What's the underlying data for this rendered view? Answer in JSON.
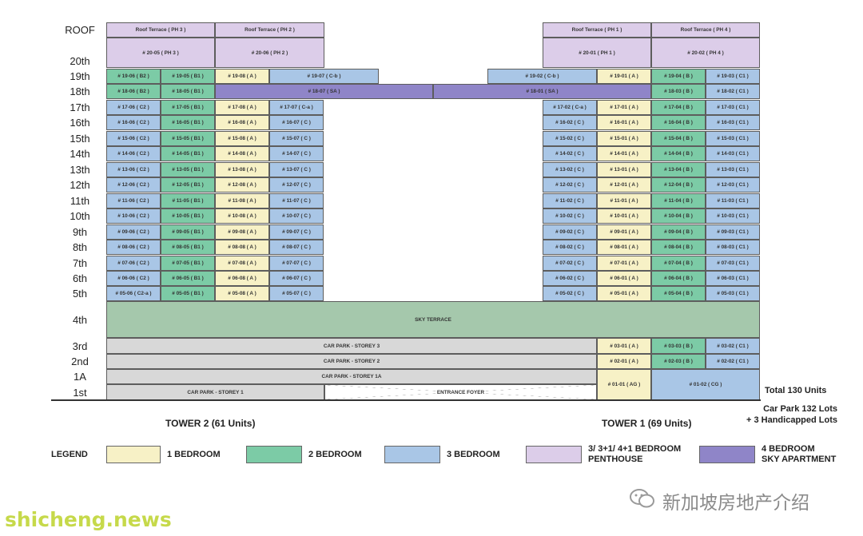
{
  "colors": {
    "1 BEDROOM": "#f7f1c6",
    "2 BEDROOM": "#7ccba6",
    "3 BEDROOM": "#a9c6e6",
    "3/ 3+1/ 4+1 BEDROOM PENTHOUSE": "#dccde9",
    "4 BEDROOM SKY APARTMENT": "#8f85c8",
    "sky_terrace": "#a5c8ac",
    "car_park": "#d8d8d8",
    "foyer": "#ffffff"
  },
  "floors": [
    "ROOF",
    "20th",
    "19th",
    "18th",
    "17th",
    "16th",
    "15th",
    "14th",
    "13th",
    "12th",
    "11th",
    "10th",
    "9th",
    "8th",
    "7th",
    "6th",
    "5th",
    "4th",
    "3rd",
    "2nd",
    "1A",
    "1st"
  ],
  "units": [
    {
      "label": "Roof Terrace ( PH 3 )",
      "type": "penthouse"
    },
    {
      "label": "Roof Terrace ( PH 2 )",
      "type": "penthouse"
    },
    {
      "label": "Roof Terrace ( PH 1 )",
      "type": "penthouse"
    },
    {
      "label": "Roof Terrace ( PH 4 )",
      "type": "penthouse"
    },
    {
      "label": "# 20-05 ( PH 3 )",
      "type": "penthouse"
    },
    {
      "label": "# 20-06 ( PH 2 )",
      "type": "penthouse"
    },
    {
      "label": "# 20-01 ( PH 1 )",
      "type": "penthouse"
    },
    {
      "label": "# 20-02 ( PH 4 )",
      "type": "penthouse"
    },
    {
      "label": "# 19-06 ( B2 )",
      "type": "2br"
    },
    {
      "label": "# 19-05 ( B1 )",
      "type": "2br"
    },
    {
      "label": "# 19-08 ( A )",
      "type": "1br"
    },
    {
      "label": "# 19-07 ( C-b )",
      "type": "3br"
    },
    {
      "label": "# 19-02 ( C-b )",
      "type": "3br"
    },
    {
      "label": "# 19-01 ( A )",
      "type": "1br"
    },
    {
      "label": "# 19-04 ( B )",
      "type": "2br"
    },
    {
      "label": "# 19-03 ( C1 )",
      "type": "3br"
    },
    {
      "label": "# 18-06 ( B2 )",
      "type": "2br"
    },
    {
      "label": "# 18-05 ( B1 )",
      "type": "2br"
    },
    {
      "label": "# 18-07 ( SA )",
      "type": "sky"
    },
    {
      "label": "# 18-01 ( SA )",
      "type": "sky"
    },
    {
      "label": "# 18-03 ( B )",
      "type": "2br"
    },
    {
      "label": "# 18-02 ( C1 )",
      "type": "3br"
    },
    {
      "label": "# 17-06 ( C2 )",
      "type": "3br"
    },
    {
      "label": "# 17-05 ( B1 )",
      "type": "2br"
    },
    {
      "label": "# 17-08 ( A )",
      "type": "1br"
    },
    {
      "label": "# 17-07 ( C-a )",
      "type": "3br"
    },
    {
      "label": "# 17-02 ( C-a )",
      "type": "3br"
    },
    {
      "label": "# 17-01 ( A )",
      "type": "1br"
    },
    {
      "label": "# 17-04 ( B )",
      "type": "2br"
    },
    {
      "label": "# 17-03 ( C1 )",
      "type": "3br"
    },
    {
      "label": "# 16-06 ( C2 )",
      "type": "3br"
    },
    {
      "label": "# 16-05 ( B1 )",
      "type": "2br"
    },
    {
      "label": "# 16-08 ( A )",
      "type": "1br"
    },
    {
      "label": "# 16-07 ( C )",
      "type": "3br"
    },
    {
      "label": "# 16-02 ( C )",
      "type": "3br"
    },
    {
      "label": "# 16-01 ( A )",
      "type": "1br"
    },
    {
      "label": "# 16-04 ( B )",
      "type": "2br"
    },
    {
      "label": "# 16-03 ( C1 )",
      "type": "3br"
    },
    {
      "label": "# 15-06 ( C2 )",
      "type": "3br"
    },
    {
      "label": "# 15-05 ( B1 )",
      "type": "2br"
    },
    {
      "label": "# 15-08 ( A )",
      "type": "1br"
    },
    {
      "label": "# 15-07 ( C )",
      "type": "3br"
    },
    {
      "label": "# 15-02 ( C )",
      "type": "3br"
    },
    {
      "label": "# 15-01 ( A )",
      "type": "1br"
    },
    {
      "label": "# 15-04 ( B )",
      "type": "2br"
    },
    {
      "label": "# 15-03 ( C1 )",
      "type": "3br"
    },
    {
      "label": "# 14-06 ( C2 )",
      "type": "3br"
    },
    {
      "label": "# 14-05 ( B1 )",
      "type": "2br"
    },
    {
      "label": "# 14-08 ( A )",
      "type": "1br"
    },
    {
      "label": "# 14-07 ( C )",
      "type": "3br"
    },
    {
      "label": "# 14-02 ( C )",
      "type": "3br"
    },
    {
      "label": "# 14-01 ( A )",
      "type": "1br"
    },
    {
      "label": "# 14-04 ( B )",
      "type": "2br"
    },
    {
      "label": "# 14-03 ( C1 )",
      "type": "3br"
    },
    {
      "label": "# 13-06 ( C2 )",
      "type": "3br"
    },
    {
      "label": "# 13-05 ( B1 )",
      "type": "2br"
    },
    {
      "label": "# 13-08 ( A )",
      "type": "1br"
    },
    {
      "label": "# 13-07 ( C )",
      "type": "3br"
    },
    {
      "label": "# 13-02 ( C )",
      "type": "3br"
    },
    {
      "label": "# 13-01 ( A )",
      "type": "1br"
    },
    {
      "label": "# 13-04 ( B )",
      "type": "2br"
    },
    {
      "label": "# 13-03 ( C1 )",
      "type": "3br"
    },
    {
      "label": "# 12-06 ( C2 )",
      "type": "3br"
    },
    {
      "label": "# 12-05 ( B1 )",
      "type": "2br"
    },
    {
      "label": "# 12-08 ( A )",
      "type": "1br"
    },
    {
      "label": "# 12-07 ( C )",
      "type": "3br"
    },
    {
      "label": "# 12-02 ( C )",
      "type": "3br"
    },
    {
      "label": "# 12-01 ( A )",
      "type": "1br"
    },
    {
      "label": "# 12-04 ( B )",
      "type": "2br"
    },
    {
      "label": "# 12-03 ( C1 )",
      "type": "3br"
    },
    {
      "label": "# 11-06 ( C2 )",
      "type": "3br"
    },
    {
      "label": "# 11-05 ( B1 )",
      "type": "2br"
    },
    {
      "label": "# 11-08 ( A )",
      "type": "1br"
    },
    {
      "label": "# 11-07 ( C )",
      "type": "3br"
    },
    {
      "label": "# 11-02 ( C )",
      "type": "3br"
    },
    {
      "label": "# 11-01 ( A )",
      "type": "1br"
    },
    {
      "label": "# 11-04 ( B )",
      "type": "2br"
    },
    {
      "label": "# 11-03 ( C1 )",
      "type": "3br"
    },
    {
      "label": "# 10-06 ( C2 )",
      "type": "3br"
    },
    {
      "label": "# 10-05 ( B1 )",
      "type": "2br"
    },
    {
      "label": "# 10-08 ( A )",
      "type": "1br"
    },
    {
      "label": "# 10-07 ( C )",
      "type": "3br"
    },
    {
      "label": "# 10-02 ( C )",
      "type": "3br"
    },
    {
      "label": "# 10-01 ( A )",
      "type": "1br"
    },
    {
      "label": "# 10-04 ( B )",
      "type": "2br"
    },
    {
      "label": "# 10-03 ( C1 )",
      "type": "3br"
    },
    {
      "label": "# 09-06 ( C2 )",
      "type": "3br"
    },
    {
      "label": "# 09-05 ( B1 )",
      "type": "2br"
    },
    {
      "label": "# 09-08 ( A )",
      "type": "1br"
    },
    {
      "label": "# 09-07 ( C )",
      "type": "3br"
    },
    {
      "label": "# 09-02 ( C )",
      "type": "3br"
    },
    {
      "label": "# 09-01 ( A )",
      "type": "1br"
    },
    {
      "label": "# 09-04 ( B )",
      "type": "2br"
    },
    {
      "label": "# 09-03 ( C1 )",
      "type": "3br"
    },
    {
      "label": "# 08-06 ( C2 )",
      "type": "3br"
    },
    {
      "label": "# 08-05 ( B1 )",
      "type": "2br"
    },
    {
      "label": "# 08-08 ( A )",
      "type": "1br"
    },
    {
      "label": "# 08-07 ( C )",
      "type": "3br"
    },
    {
      "label": "# 08-02 ( C )",
      "type": "3br"
    },
    {
      "label": "# 08-01 ( A )",
      "type": "1br"
    },
    {
      "label": "# 08-04 ( B )",
      "type": "2br"
    },
    {
      "label": "# 08-03 ( C1 )",
      "type": "3br"
    },
    {
      "label": "# 07-06 ( C2 )",
      "type": "3br"
    },
    {
      "label": "# 07-05 ( B1 )",
      "type": "2br"
    },
    {
      "label": "# 07-08 ( A )",
      "type": "1br"
    },
    {
      "label": "# 07-07 ( C )",
      "type": "3br"
    },
    {
      "label": "# 07-02 ( C )",
      "type": "3br"
    },
    {
      "label": "# 07-01 ( A )",
      "type": "1br"
    },
    {
      "label": "# 07-04 ( B )",
      "type": "2br"
    },
    {
      "label": "# 07-03 ( C1 )",
      "type": "3br"
    },
    {
      "label": "# 06-06 ( C2 )",
      "type": "3br"
    },
    {
      "label": "# 06-05 ( B1 )",
      "type": "2br"
    },
    {
      "label": "# 06-08 ( A )",
      "type": "1br"
    },
    {
      "label": "# 06-07 ( C )",
      "type": "3br"
    },
    {
      "label": "# 06-02 ( C )",
      "type": "3br"
    },
    {
      "label": "# 06-01 ( A )",
      "type": "1br"
    },
    {
      "label": "# 06-04 ( B )",
      "type": "2br"
    },
    {
      "label": "# 06-03 ( C1 )",
      "type": "3br"
    },
    {
      "label": "# 05-06 ( C2-a )",
      "type": "3br"
    },
    {
      "label": "# 05-05 ( B1 )",
      "type": "2br"
    },
    {
      "label": "# 05-08 ( A )",
      "type": "1br"
    },
    {
      "label": "# 05-07 ( C )",
      "type": "3br"
    },
    {
      "label": "# 05-02 ( C )",
      "type": "3br"
    },
    {
      "label": "# 05-01 ( A )",
      "type": "1br"
    },
    {
      "label": "# 05-04 ( B )",
      "type": "2br"
    },
    {
      "label": "# 05-03 ( C1 )",
      "type": "3br"
    },
    {
      "label": "SKY TERRACE",
      "type": "sky_terrace"
    },
    {
      "label": "CAR PARK - STOREY 3",
      "type": "car_park"
    },
    {
      "label": "# 03-01 ( A )",
      "type": "1br"
    },
    {
      "label": "# 03-03 ( B )",
      "type": "2br"
    },
    {
      "label": "# 03-02 ( C1 )",
      "type": "3br"
    },
    {
      "label": "CAR PARK - STOREY 2",
      "type": "car_park"
    },
    {
      "label": "# 02-01 ( A )",
      "type": "1br"
    },
    {
      "label": "# 02-03 ( B )",
      "type": "2br"
    },
    {
      "label": "# 02-02 ( C1 )",
      "type": "3br"
    },
    {
      "label": "CAR PARK - STOREY 1A",
      "type": "car_park"
    },
    {
      "label": "# 01-01 ( AG )",
      "type": "1br"
    },
    {
      "label": "# 01-02 ( CG )",
      "type": "3br"
    },
    {
      "label": "CAR PARK - STOREY 1",
      "type": "car_park"
    },
    {
      "label": "ENTRANCE FOYER",
      "type": "foyer"
    }
  ],
  "summary": {
    "total_units": "Total 130 Units",
    "car_park_line1": "Car Park 132 Lots",
    "car_park_line2": "+ 3 Handicapped Lots",
    "tower2": "TOWER 2  (61 Units)",
    "tower1": "TOWER 1  (69 Units)"
  },
  "legend": {
    "title": "LEGEND",
    "items": [
      {
        "label": "1 BEDROOM",
        "type": "1br"
      },
      {
        "label": "2 BEDROOM",
        "type": "2br"
      },
      {
        "label": "3 BEDROOM",
        "type": "3br"
      },
      {
        "label_line1": "3/ 3+1/ 4+1 BEDROOM",
        "label_line2": "PENTHOUSE",
        "type": "penthouse"
      },
      {
        "label_line1": "4 BEDROOM",
        "label_line2": "SKY APARTMENT",
        "type": "sky"
      }
    ]
  },
  "watermark": {
    "wechat": "新加坡房地产介绍",
    "site": "shicheng.news"
  }
}
